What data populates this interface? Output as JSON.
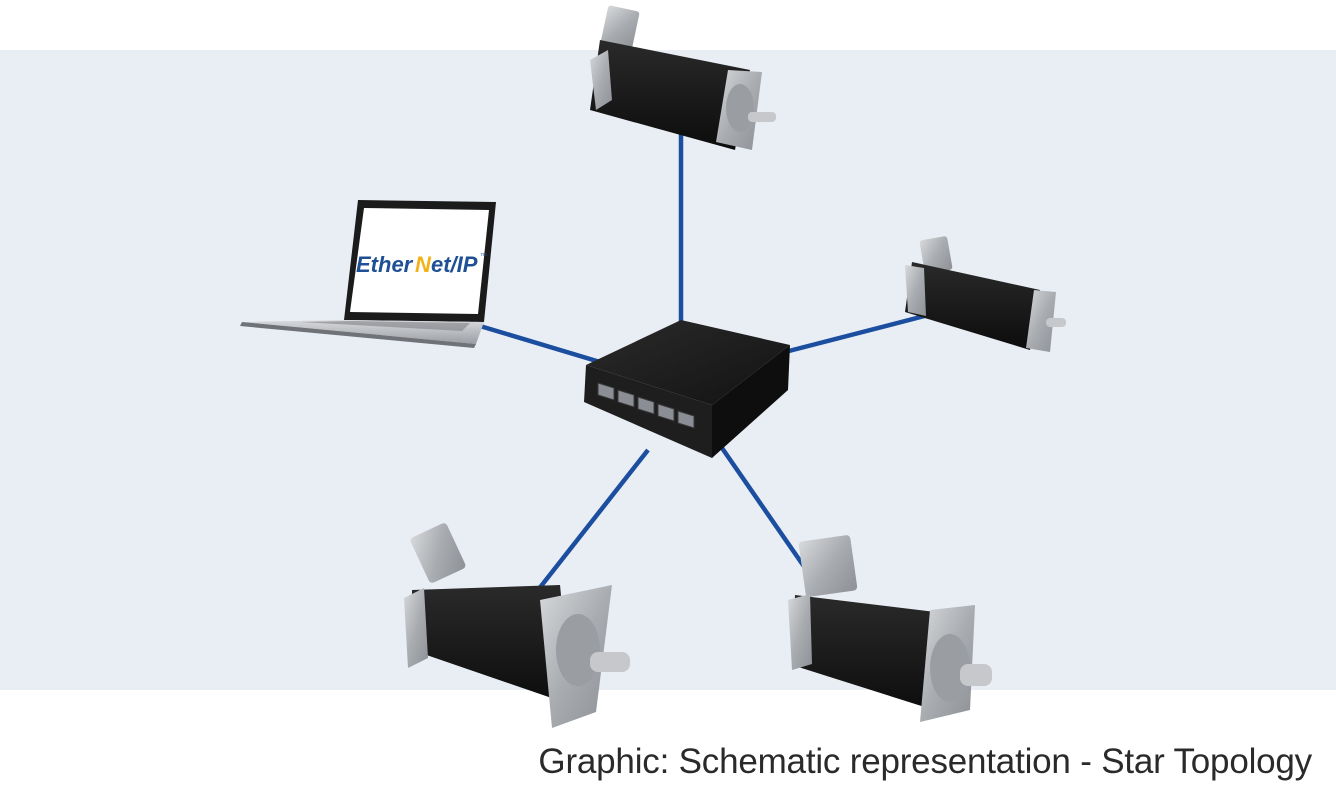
{
  "caption": "Graphic: Schematic representation - Star Topology",
  "laptop": {
    "logo_left": "Ether",
    "logo_n": "N",
    "logo_right": "et/IP",
    "logo_tm": "™"
  },
  "colors": {
    "panel": "#e9eef5",
    "link": "#1c4ea0",
    "motor_body": "#141414",
    "motor_metal": "#b9bcc0",
    "logo_blue": "#1f4f95",
    "logo_accent": "#f2b318"
  },
  "nodes": [
    {
      "name": "switch",
      "kind": "network-switch"
    },
    {
      "name": "laptop",
      "kind": "laptop"
    },
    {
      "name": "motor-top",
      "kind": "servo-motor"
    },
    {
      "name": "motor-right",
      "kind": "servo-motor"
    },
    {
      "name": "motor-bottom-left",
      "kind": "servo-motor"
    },
    {
      "name": "motor-bottom-right",
      "kind": "servo-motor"
    }
  ],
  "links": [
    {
      "from": "switch",
      "to": "laptop"
    },
    {
      "from": "switch",
      "to": "motor-top"
    },
    {
      "from": "switch",
      "to": "motor-right"
    },
    {
      "from": "switch",
      "to": "motor-bottom-left"
    },
    {
      "from": "switch",
      "to": "motor-bottom-right"
    }
  ]
}
